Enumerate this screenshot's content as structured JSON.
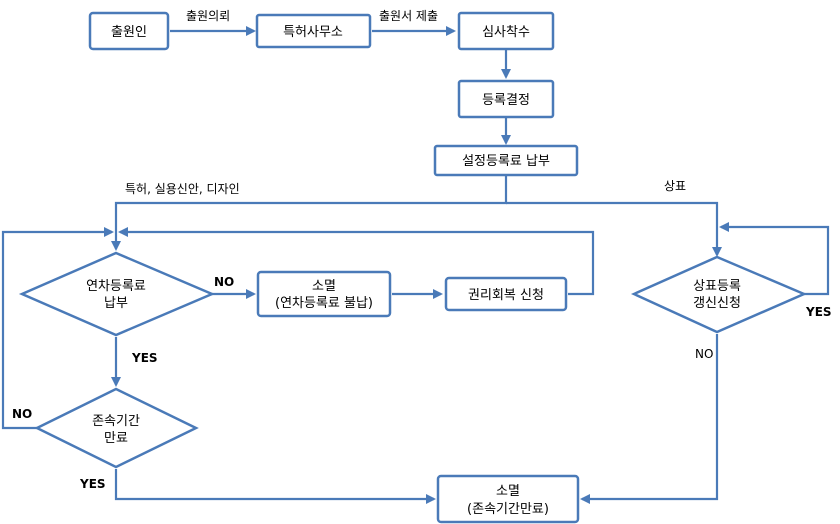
{
  "nodes": {
    "applicant": {
      "line1": "출원인"
    },
    "patent_office": {
      "line1": "특허사무소"
    },
    "examination": {
      "line1": "심사착수"
    },
    "registration_decision": {
      "line1": "등록결정"
    },
    "registration_fee": {
      "line1": "설정등록료 납부"
    },
    "annual_fee": {
      "line1": "연차등록료",
      "line2": "납부"
    },
    "extinction_unpaid": {
      "line1": "소멸",
      "line2": "(연차등록료 불납)"
    },
    "rights_recovery": {
      "line1": "권리회복 신청"
    },
    "term_expiry": {
      "line1": "존속기간",
      "line2": "만료"
    },
    "trademark_renewal": {
      "line1": "상표등록",
      "line2": "갱신신청"
    },
    "extinction_expired": {
      "line1": "소멸",
      "line2": "(존속기간만료)"
    }
  },
  "edge_labels": {
    "application_request": "출원의뢰",
    "application_submit": "출원서 제출",
    "patent_branch": "특허, 실용신안, 디자인",
    "trademark_branch": "상표",
    "annual_no": "NO",
    "annual_yes": "YES",
    "term_no": "NO",
    "term_yes": "YES",
    "renewal_yes": "YES",
    "renewal_no": "NO"
  },
  "colors": {
    "stroke": "#4a7ab8",
    "background": "#ffffff",
    "text": "#000000"
  }
}
